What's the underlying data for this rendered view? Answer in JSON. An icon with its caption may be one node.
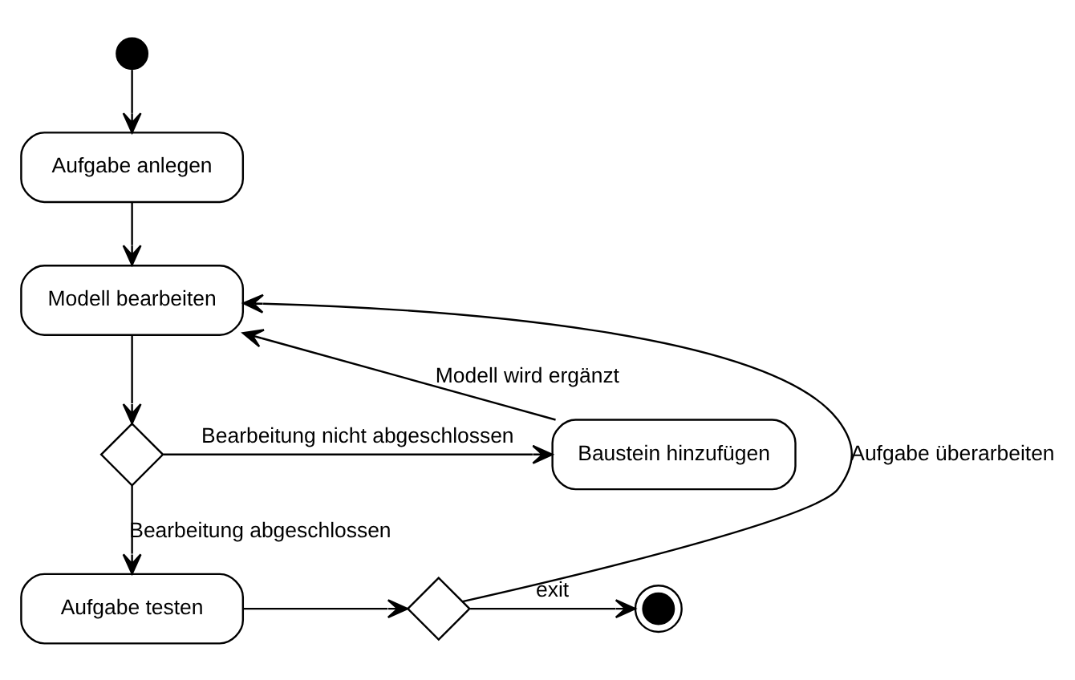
{
  "diagram": {
    "nodes": [
      {
        "text": [],
        "shape": "circle"
      },
      {
        "text": [
          "Aufgabe anlegen"
        ]
      },
      {
        "text": [
          "Modell bearbeiten"
        ]
      },
      {
        "text": [],
        "shape": "diamond"
      },
      {
        "text": [
          "Baustein hinzufügen"
        ]
      },
      {
        "text": [
          "Aufgabe testen"
        ]
      },
      {
        "text": [],
        "shape": "diamond"
      },
      {
        "text": [],
        "shape": "circle"
      }
    ],
    "edges": [
      {
        "from": 0,
        "to": 1,
        "arrow": "to"
      },
      {
        "from": 1,
        "to": 2,
        "arrow": "to"
      },
      {
        "from": 2,
        "to": 3,
        "arrow": "to"
      },
      {
        "from": 3,
        "to": 4,
        "arrow": "to",
        "label": "Bearbeitung nicht abgeschlossen"
      },
      {
        "from": 4,
        "to": 2,
        "arrow": "to",
        "label": "Modell wird ergänzt"
      },
      {
        "from": 3,
        "to": 5,
        "arrow": "to",
        "label": "Bearbeitung abgeschlossen"
      },
      {
        "from": 5,
        "to": 6,
        "arrow": "to"
      },
      {
        "from": 6,
        "to": 2,
        "arrow": "to",
        "label": "Aufgabe überarbeiten"
      },
      {
        "from": 6,
        "to": 7,
        "arrow": "to",
        "label": "exit"
      }
    ]
  }
}
